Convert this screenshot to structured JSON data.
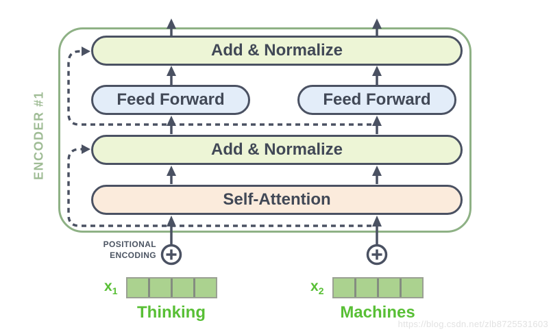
{
  "diagram": {
    "encoder_label": "ENCODER #1",
    "layers": {
      "add_normalize_top": "Add & Normalize",
      "feed_forward_left": "Feed Forward",
      "feed_forward_right": "Feed Forward",
      "add_normalize_mid": "Add & Normalize",
      "self_attention": "Self-Attention"
    },
    "positional_encoding": {
      "line1": "POSITIONAL",
      "line2": "ENCODING"
    },
    "inputs": [
      {
        "label_base": "x",
        "label_sub": "1",
        "word": "Thinking",
        "cells": 4
      },
      {
        "label_base": "x",
        "label_sub": "2",
        "word": "Machines",
        "cells": 4
      }
    ],
    "colors": {
      "encoder_border_green": "#8eb185",
      "encoder_label_green": "#9fbc95",
      "add_normalize_fill": "#edf5d6",
      "feed_forward_fill": "#e3edf9",
      "self_attention_fill": "#fbebdc",
      "outline_dark": "#4a5162",
      "vector_fill": "#abd28f",
      "green_text": "#58bf35"
    }
  },
  "watermark": "https://blog.csdn.net/zlb8725531603"
}
